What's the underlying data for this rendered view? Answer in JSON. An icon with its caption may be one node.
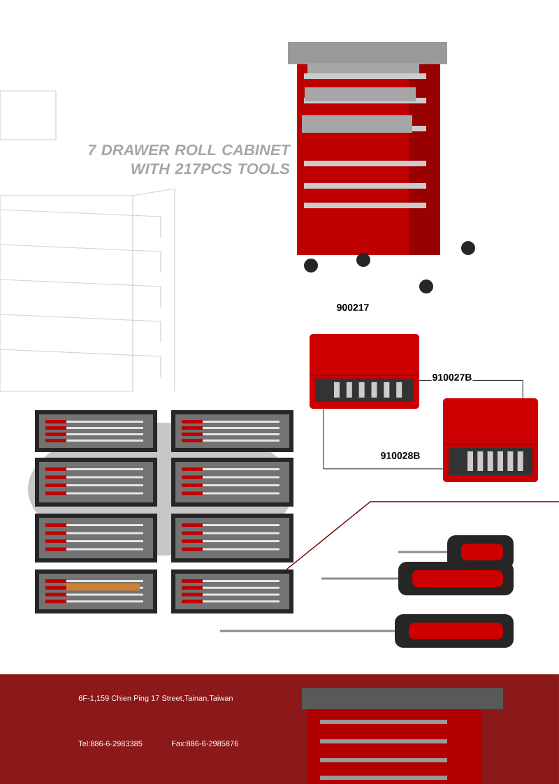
{
  "diagram": {
    "nodes": [
      {
        "text": [
          "7 DRAWER ROLL CABINET WITH 217PCS TOOLS"
        ]
      },
      {
        "text": [],
        "shape": "picture",
        "beside": [
          "900217"
        ]
      },
      {
        "text": [],
        "shape": "picture"
      },
      {
        "text": [],
        "shape": "picture"
      }
    ],
    "edges": [
      {
        "from": 2,
        "to": 3,
        "arrow": "none",
        "label": "910027B"
      },
      {
        "from": 2,
        "to": 3,
        "arrow": "none",
        "label": "910028B"
      }
    ],
    "labels": [
      "6F-1,159 Chien Ping 17 Street,Tainan,Taiwan",
      "Tel:886-6-2983385",
      "Fax:886-6-2985876"
    ]
  }
}
